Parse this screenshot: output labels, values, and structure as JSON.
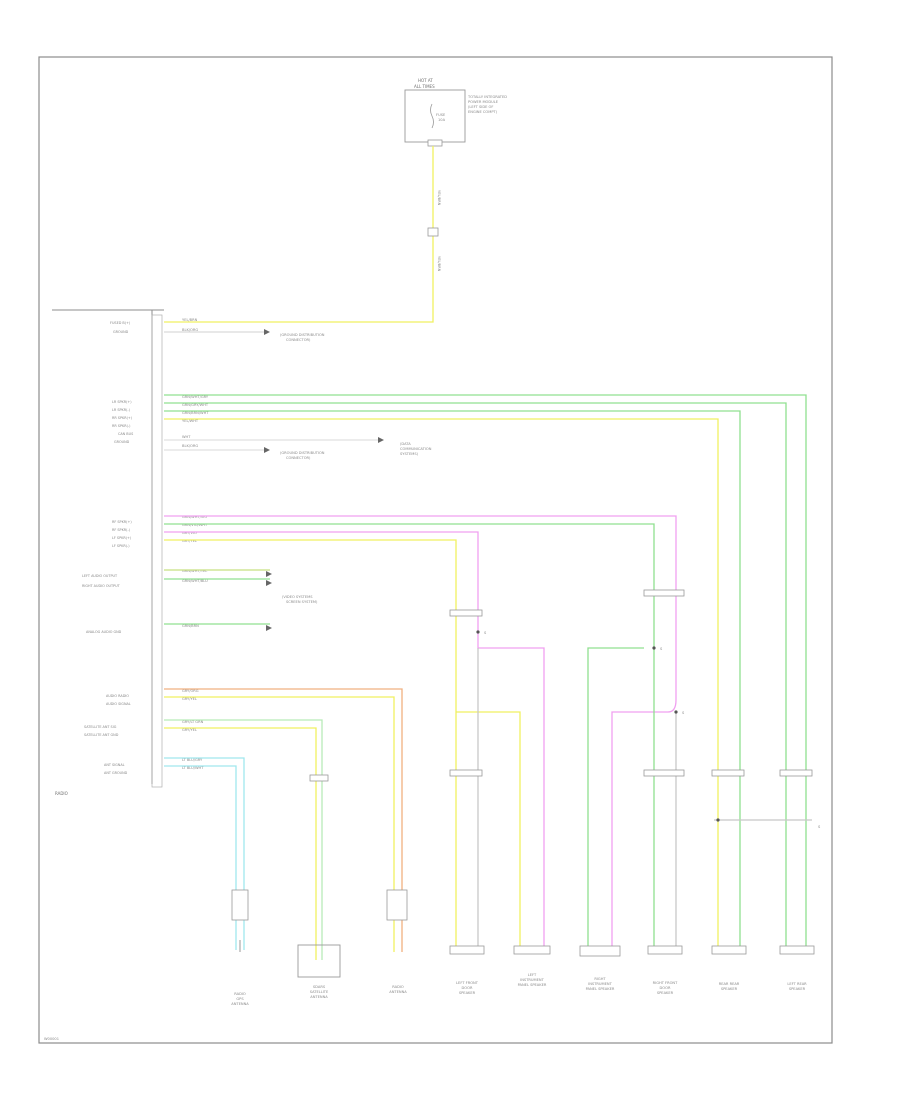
{
  "diagram": {
    "colors": {
      "yellow": "#f0f060",
      "yellow_green": "#c8e080",
      "green": "#90e090",
      "light_green": "#b8ecb8",
      "pink": "#f0a0f0",
      "grey": "#c8c8c8",
      "orange": "#f0b080",
      "cyan": "#a0e8ee",
      "frame": "#8c8c8c"
    },
    "fuse_block": {
      "label_lines": [
        "HOT AT",
        "ALL TIMES"
      ],
      "note_lines": [
        "TOTALLY INTEGRATED",
        "POWER MODULE",
        "(LEFT SIDE OF",
        "ENGINE COMPT)"
      ],
      "fuse_lines": [
        "FUSE",
        "10A"
      ],
      "wire_codes": [
        "YEL/BRN",
        "YEL/BRN"
      ]
    },
    "radio_label": "RADIO",
    "radio_pins_top": [
      {
        "name": "FUSED B(+)",
        "wire": "YEL/BRN"
      },
      {
        "name": "GROUND",
        "wire": "BLK/ORG"
      }
    ],
    "radio_pins_mid": [
      {
        "name": "LR SPKR(+)",
        "wire": "GRN/WHT/GRY"
      },
      {
        "name": "LR SPKR(-)",
        "wire": "GRN/GRY/WHT"
      },
      {
        "name": "RR SPKR(+)",
        "wire": "GRN/BRN/WHT"
      },
      {
        "name": "RR SPKR(-)",
        "wire": "YEL/WHT"
      },
      {
        "name": "CAN BUS",
        "wire": "WHT"
      },
      {
        "name": "GROUND",
        "wire": "BLK/ORG"
      }
    ],
    "radio_pins_speakers": [
      {
        "name": "RF SPKR(+)",
        "wire": "GRN/WHT/VIO"
      },
      {
        "name": "RF SPKR(-)",
        "wire": "GRN/VIO/WHT"
      },
      {
        "name": "LF SPKR(+)",
        "wire": "GRY/VIO"
      },
      {
        "name": "LF SPKR(-)",
        "wire": "GRY/YEL"
      }
    ],
    "radio_pins_video": [
      {
        "name": "LEFT AUDIO OUTPUT",
        "wire": "GRN/WHT/YEL"
      },
      {
        "name": "RIGHT AUDIO OUTPUT",
        "wire": "GRN/WHT/BLU"
      }
    ],
    "radio_pins_ground": [
      {
        "name": "ANALOG AUDIO GND",
        "wire": "GRN/BRN"
      }
    ],
    "radio_pins_antenna": [
      {
        "name": "AUDIO RADIO",
        "wire": "GRY/ORG"
      },
      {
        "name": "AUDIO SIGNAL",
        "wire": "GRY/YEL"
      },
      {
        "name": "SATELLITE ANT SIG",
        "wire": "GRY/LT GRN"
      },
      {
        "name": "SATELLITE ANT GND",
        "wire": "GRY/YEL"
      },
      {
        "name": "ANT SIGNAL",
        "wire": "LT BLU/GRY"
      },
      {
        "name": "ANT GROUND",
        "wire": "LT BLU/WHT"
      }
    ],
    "ground_notes": [
      {
        "lines": [
          "(GROUND DISTRIBUTION",
          "CONNECTOR)"
        ]
      },
      {
        "lines": [
          "(GROUND DISTRIBUTION",
          "CONNECTOR)"
        ]
      }
    ],
    "can_note_lines": [
      "(DATA",
      "COMMUNICATION",
      "SYSTEMS)"
    ],
    "video_note_lines": [
      "(VIDEO SYSTEMS",
      "SCREEN SYSTEM)"
    ],
    "bottom_components": [
      {
        "name_lines": [
          "RADIO",
          "GPS",
          "ANTENNA"
        ]
      },
      {
        "name_lines": [
          "SDARS",
          "SATELLITE",
          "ANTENNA"
        ]
      },
      {
        "name_lines": [
          "RADIO",
          "ANTENNA"
        ]
      },
      {
        "name_lines": [
          "LEFT FRONT",
          "DOOR",
          "SPEAKER"
        ]
      },
      {
        "name_lines": [
          "LEFT",
          "INSTRUMENT",
          "PANEL SPEAKER"
        ]
      },
      {
        "name_lines": [
          "RIGHT",
          "INSTRUMENT",
          "PANEL SPEAKER"
        ]
      },
      {
        "name_lines": [
          "RIGHT FRONT",
          "DOOR",
          "SPEAKER"
        ]
      },
      {
        "name_lines": [
          "REAR REAR",
          "SPEAKER"
        ]
      },
      {
        "name_lines": [
          "LEFT REAR",
          "SPEAKER"
        ]
      }
    ],
    "splice_labels": [
      "S",
      "S",
      "S",
      "S"
    ],
    "footer_code": "W00001"
  }
}
